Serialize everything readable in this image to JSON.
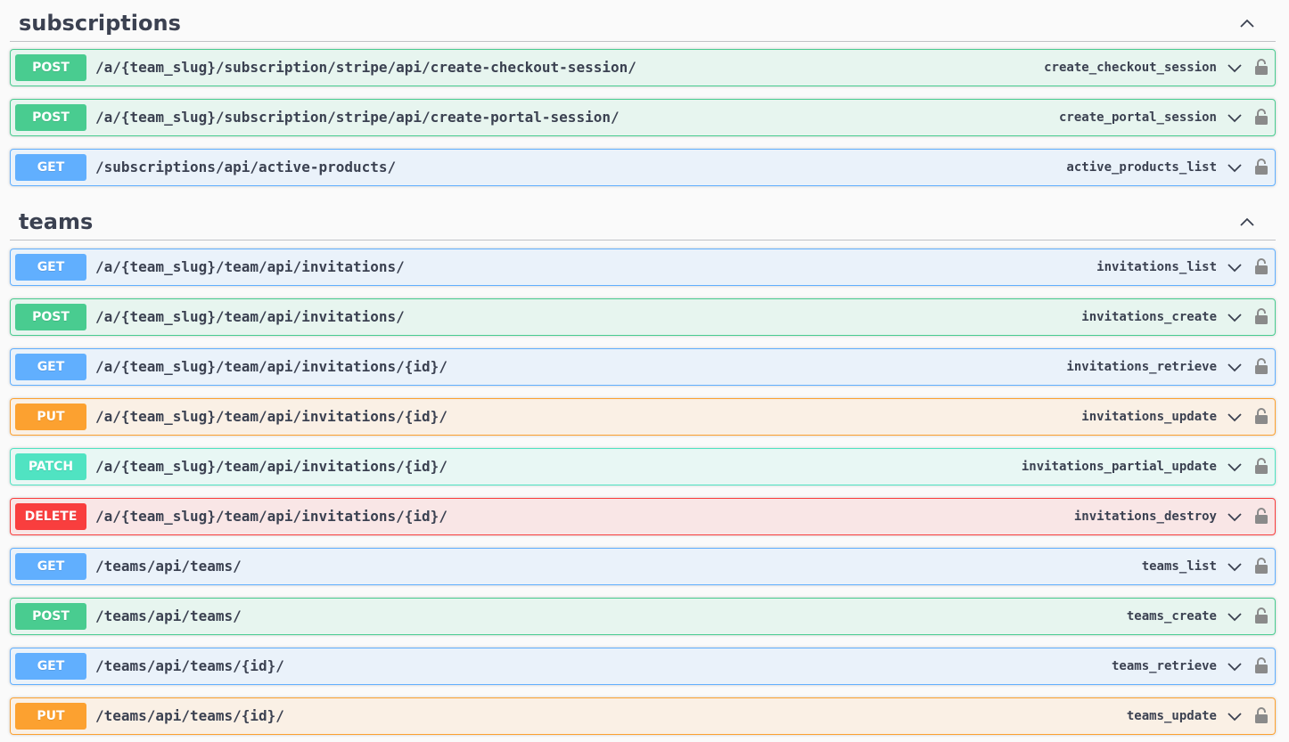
{
  "sections": [
    {
      "name": "subscriptions",
      "operations": [
        {
          "method": "POST",
          "path": "/a/{team_slug}/subscription/stripe/api/create-checkout-session/",
          "operation_id": "create_checkout_session"
        },
        {
          "method": "POST",
          "path": "/a/{team_slug}/subscription/stripe/api/create-portal-session/",
          "operation_id": "create_portal_session"
        },
        {
          "method": "GET",
          "path": "/subscriptions/api/active-products/",
          "operation_id": "active_products_list"
        }
      ]
    },
    {
      "name": "teams",
      "operations": [
        {
          "method": "GET",
          "path": "/a/{team_slug}/team/api/invitations/",
          "operation_id": "invitations_list"
        },
        {
          "method": "POST",
          "path": "/a/{team_slug}/team/api/invitations/",
          "operation_id": "invitations_create"
        },
        {
          "method": "GET",
          "path": "/a/{team_slug}/team/api/invitations/{id}/",
          "operation_id": "invitations_retrieve"
        },
        {
          "method": "PUT",
          "path": "/a/{team_slug}/team/api/invitations/{id}/",
          "operation_id": "invitations_update"
        },
        {
          "method": "PATCH",
          "path": "/a/{team_slug}/team/api/invitations/{id}/",
          "operation_id": "invitations_partial_update"
        },
        {
          "method": "DELETE",
          "path": "/a/{team_slug}/team/api/invitations/{id}/",
          "operation_id": "invitations_destroy"
        },
        {
          "method": "GET",
          "path": "/teams/api/teams/",
          "operation_id": "teams_list"
        },
        {
          "method": "POST",
          "path": "/teams/api/teams/",
          "operation_id": "teams_create"
        },
        {
          "method": "GET",
          "path": "/teams/api/teams/{id}/",
          "operation_id": "teams_retrieve"
        },
        {
          "method": "PUT",
          "path": "/teams/api/teams/{id}/",
          "operation_id": "teams_update"
        }
      ]
    }
  ],
  "icons": {
    "collapse": "chevron-up-icon",
    "expand": "chevron-down-icon",
    "lock": "lock-icon"
  },
  "colors": {
    "POST": "#49cc90",
    "GET": "#61affe",
    "PUT": "#fca130",
    "PATCH": "#50e3c2",
    "DELETE": "#f93e3e"
  }
}
